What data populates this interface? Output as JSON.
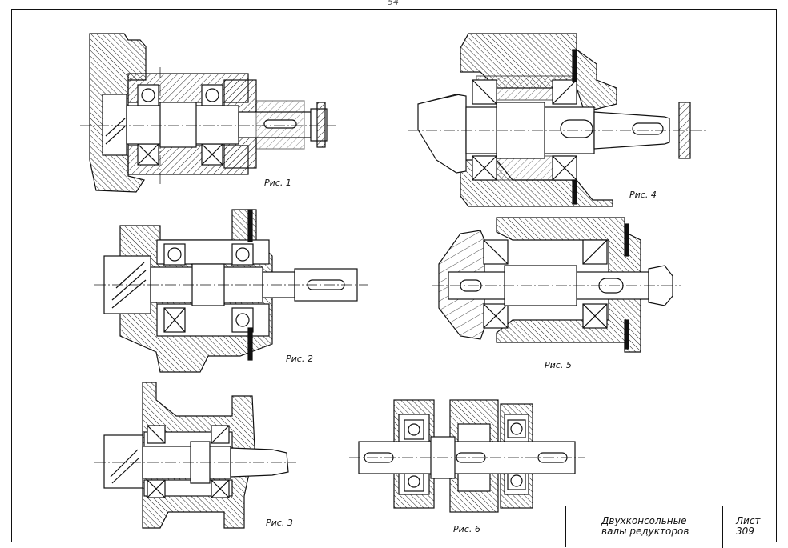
{
  "page_number": "54",
  "figures": [
    {
      "id": "fig1",
      "caption": "Рис. 1"
    },
    {
      "id": "fig2",
      "caption": "Рис. 2"
    },
    {
      "id": "fig3",
      "caption": "Рис. 3"
    },
    {
      "id": "fig4",
      "caption": "Рис. 4"
    },
    {
      "id": "fig5",
      "caption": "Рис. 5"
    },
    {
      "id": "fig6",
      "caption": "Рис. 6"
    }
  ],
  "title_block": {
    "title_line1": "Двухконсольные",
    "title_line2": "валы редукторов",
    "sheet_label": "Лист",
    "sheet_number": "309"
  }
}
